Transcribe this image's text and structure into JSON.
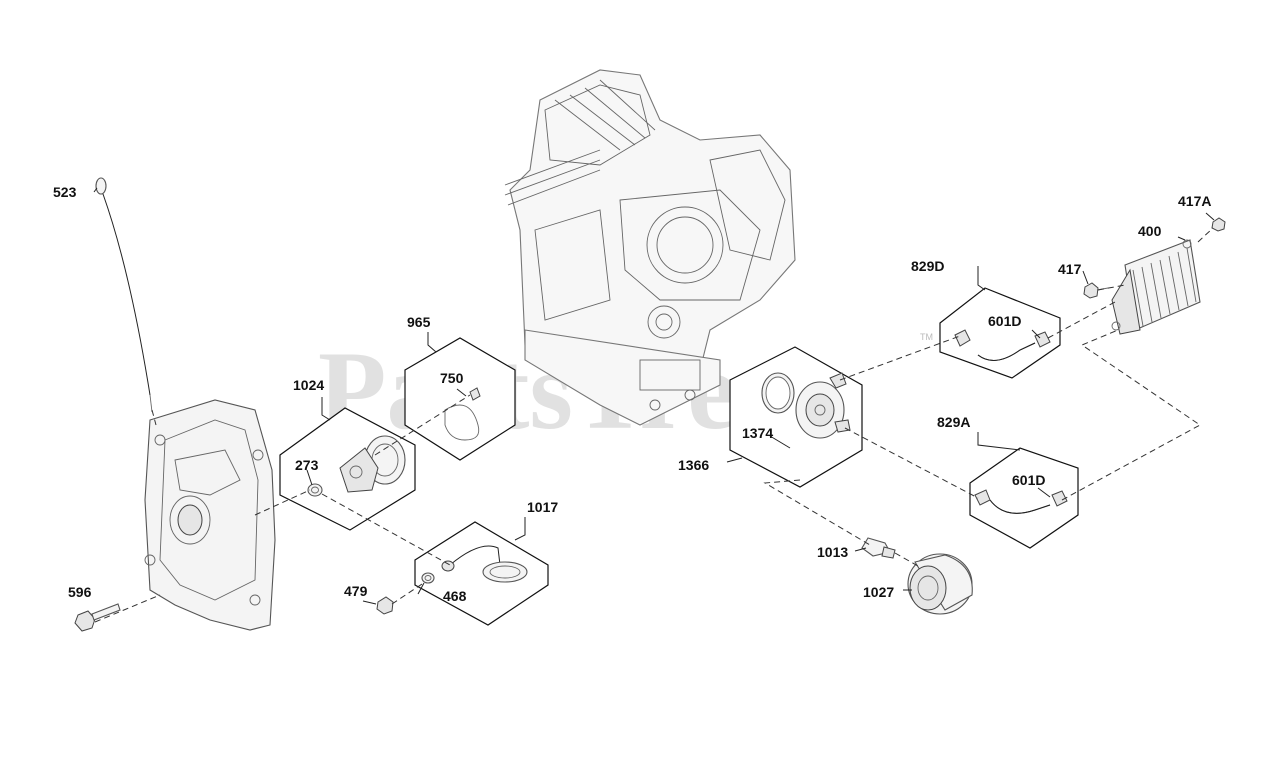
{
  "watermark": {
    "text": "PartsTree",
    "trademark": "TM"
  },
  "callouts": {
    "c523": "523",
    "c596": "596",
    "c1024": "1024",
    "c273": "273",
    "c965": "965",
    "c750": "750",
    "c1017": "1017",
    "c479": "479",
    "c468": "468",
    "c1366": "1366",
    "c1374": "1374",
    "c1013": "1013",
    "c1027": "1027",
    "c829D": "829D",
    "c601D_top": "601D",
    "c829A": "829A",
    "c601D_bottom": "601D",
    "c417": "417",
    "c400": "400",
    "c417A": "417A"
  }
}
